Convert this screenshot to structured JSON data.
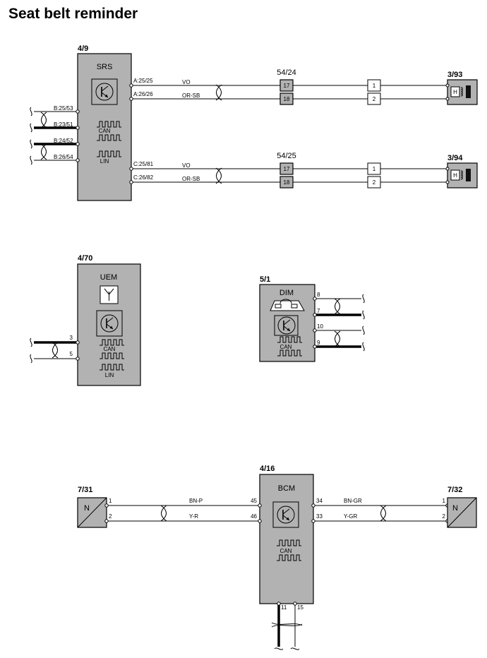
{
  "title": "Seat belt reminder",
  "srs": {
    "id": "4/9",
    "name": "SRS",
    "left_pins": [
      "B:25/53",
      "B:23/51",
      "B:24/52",
      "B:26/54"
    ],
    "right_pins": [
      "A:25/25",
      "A:26/26",
      "C:25/81",
      "C:26/82"
    ],
    "can": "CAN",
    "lin": "LIN"
  },
  "conn_top": {
    "id": "54/24",
    "pins": [
      "17",
      "18"
    ],
    "right_pins": [
      "1",
      "2"
    ]
  },
  "conn_bottom": {
    "id": "54/25",
    "pins": [
      "17",
      "18"
    ],
    "right_pins": [
      "1",
      "2"
    ]
  },
  "wires_top": [
    "VO",
    "OR-SB"
  ],
  "wires_bottom": [
    "VO",
    "OR-SB"
  ],
  "sensor_top": {
    "id": "3/93",
    "label": "H"
  },
  "sensor_bottom": {
    "id": "3/94",
    "label": "H"
  },
  "uem": {
    "id": "4/70",
    "name": "UEM",
    "pins": [
      "3",
      "5"
    ],
    "can": "CAN",
    "lin": "LIN"
  },
  "dim": {
    "id": "5/1",
    "name": "DIM",
    "pins": [
      "8",
      "7",
      "10",
      "9"
    ],
    "can": "CAN"
  },
  "bcm": {
    "id": "4/16",
    "name": "BCM",
    "left_pins": [
      "45",
      "46"
    ],
    "right_pins": [
      "34",
      "33"
    ],
    "bottom_pins": [
      "11",
      "15"
    ],
    "can": "CAN"
  },
  "comp_left": {
    "id": "7/31",
    "label": "N",
    "pins": [
      "1",
      "2"
    ]
  },
  "comp_right": {
    "id": "7/32",
    "label": "N",
    "pins": [
      "1",
      "2"
    ]
  },
  "wires_left": [
    "BN-P",
    "Y-R"
  ],
  "wires_right": [
    "BN-GR",
    "Y-GR"
  ]
}
